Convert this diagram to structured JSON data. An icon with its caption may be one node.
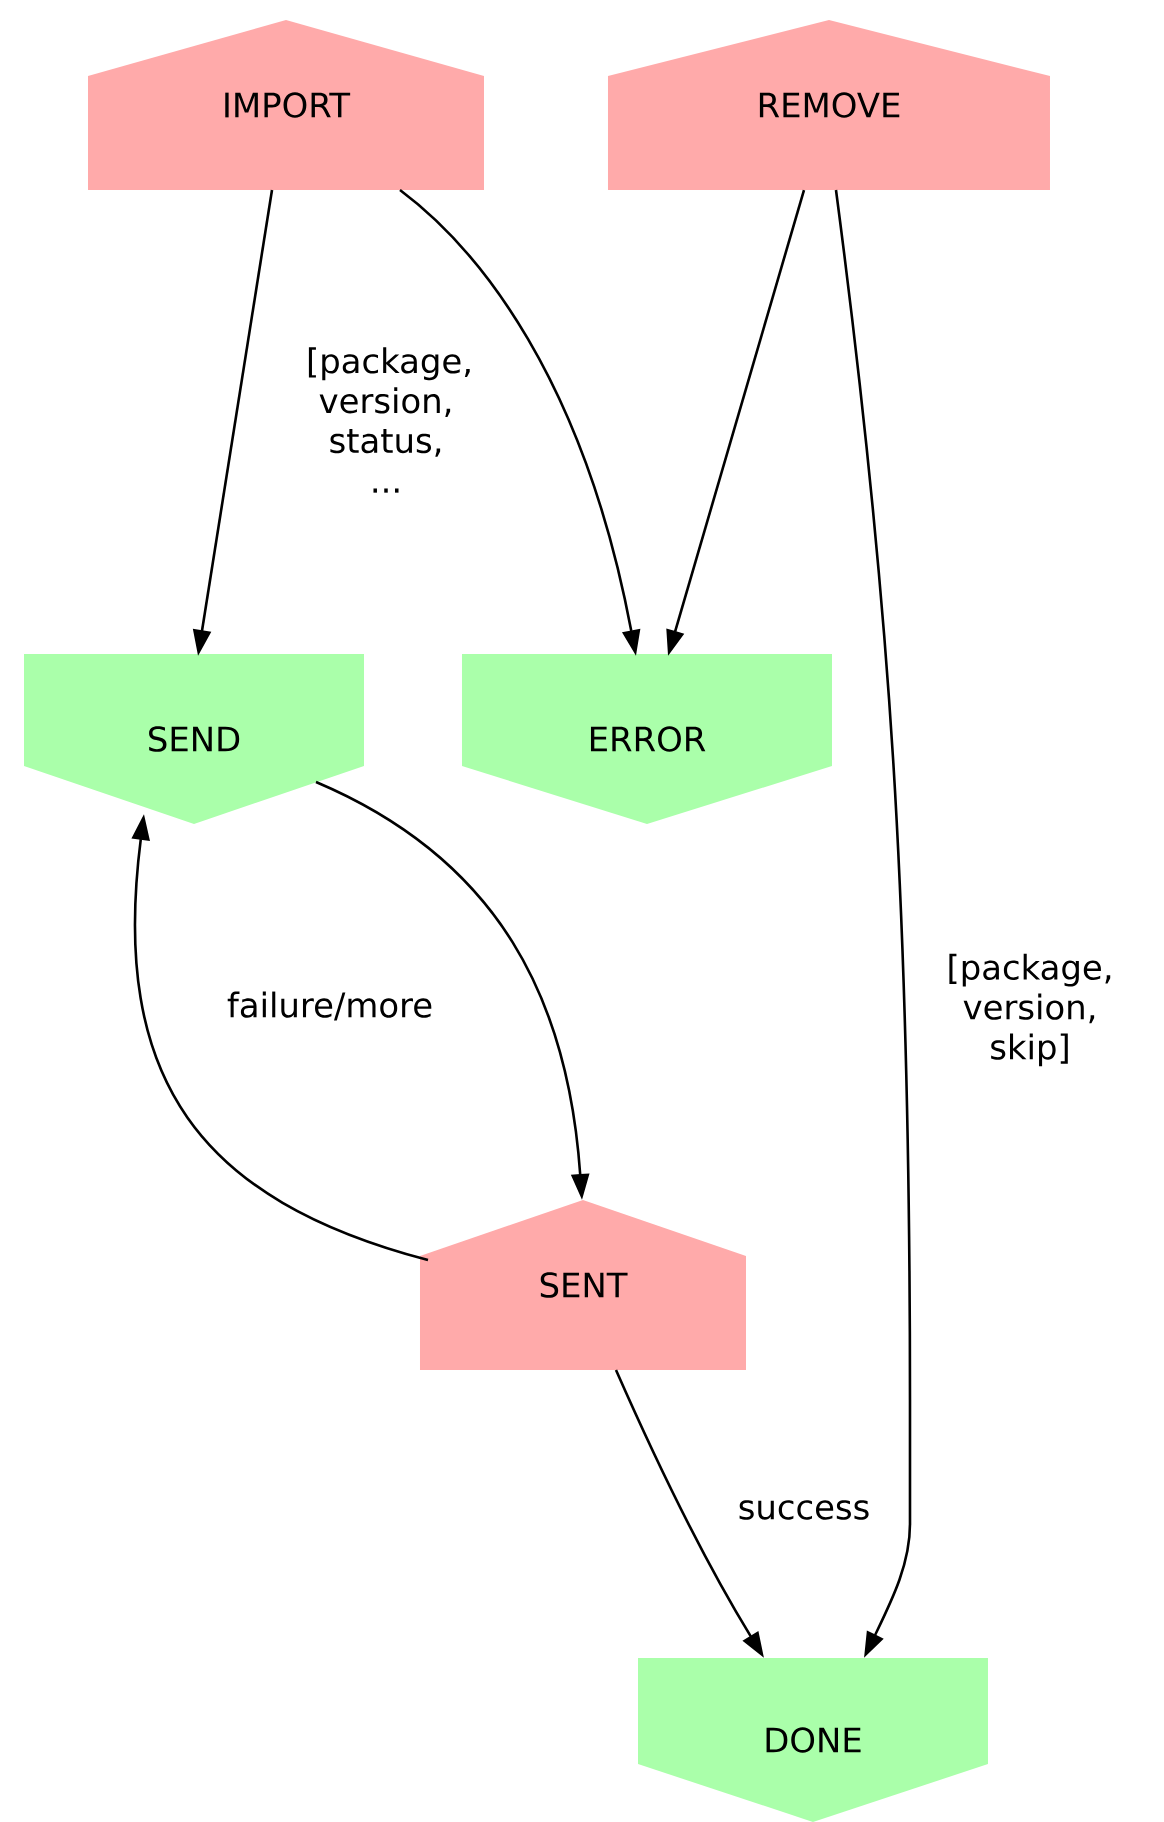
{
  "diagram": {
    "nodes": [
      {
        "text": [
          "IMPORT"
        ]
      },
      {
        "text": [
          "REMOVE"
        ]
      },
      {
        "text": [
          "SEND"
        ]
      },
      {
        "text": [
          "ERROR"
        ]
      },
      {
        "text": [
          "SENT"
        ]
      },
      {
        "text": [
          "DONE"
        ]
      }
    ],
    "edges": [
      {
        "from": 0,
        "to": 2,
        "arrow": "to",
        "label": "[package, version, status, ..."
      },
      {
        "from": 0,
        "to": 3,
        "arrow": "to"
      },
      {
        "from": 1,
        "to": 3,
        "arrow": "to"
      },
      {
        "from": 1,
        "to": 5,
        "arrow": "to",
        "label": "[package, version, skip]"
      },
      {
        "from": 2,
        "to": 4,
        "arrow": "to"
      },
      {
        "from": 4,
        "to": 2,
        "arrow": "to",
        "label": "failure/more"
      },
      {
        "from": 4,
        "to": 5,
        "arrow": "to",
        "label": "success"
      }
    ]
  }
}
